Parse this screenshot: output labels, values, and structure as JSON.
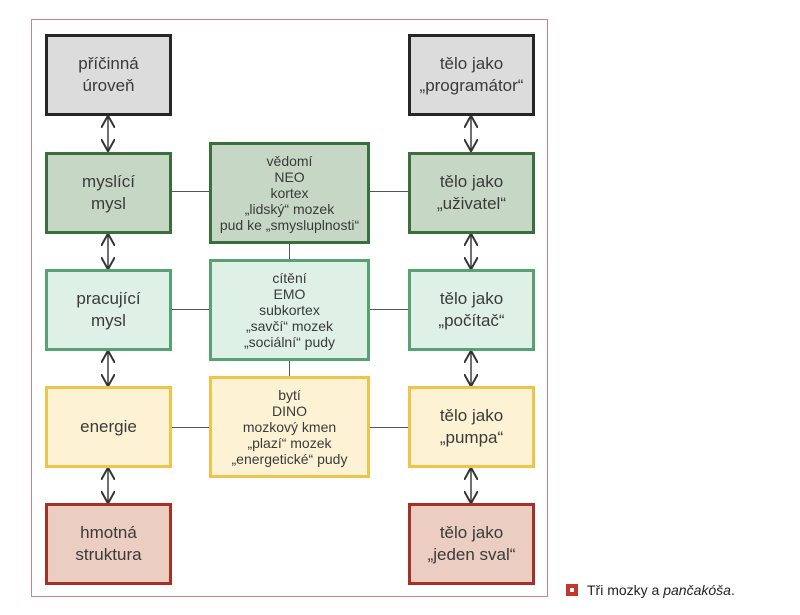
{
  "left_column": [
    {
      "lines": [
        "příčinná",
        "úroveň"
      ]
    },
    {
      "lines": [
        "myslící",
        "mysl"
      ]
    },
    {
      "lines": [
        "pracující",
        "mysl"
      ]
    },
    {
      "lines": [
        "energie"
      ]
    },
    {
      "lines": [
        "hmotná",
        "struktura"
      ]
    }
  ],
  "center_column": [
    {
      "lines": [
        "vědomí",
        "NEO",
        "kortex",
        "„lidský“ mozek",
        "pud ke „smysluplnosti“"
      ]
    },
    {
      "lines": [
        "cítění",
        "EMO",
        "subkortex",
        "„savčí“ mozek",
        "„sociální“ pudy"
      ]
    },
    {
      "lines": [
        "bytí",
        "DINO",
        "mozkový kmen",
        "„plazí“ mozek",
        "„energetické“ pudy"
      ]
    }
  ],
  "right_column": [
    {
      "lines": [
        "tělo jako",
        "„programátor“"
      ]
    },
    {
      "lines": [
        "tělo jako",
        "„uživatel“"
      ]
    },
    {
      "lines": [
        "tělo jako",
        "„počítač“"
      ]
    },
    {
      "lines": [
        "tělo jako",
        "„pumpa“"
      ]
    },
    {
      "lines": [
        "tělo jako",
        "„jeden sval“"
      ]
    }
  ],
  "caption": {
    "text": "Tři mozky a ",
    "italic": "pančakóša",
    "end": "."
  },
  "colors": {
    "level_1": "#dcdcdc",
    "level_2": "#c6d7c6",
    "level_3": "#dff0e6",
    "level_4": "#fdf2d4",
    "level_5": "#ebcdc2",
    "caption_marker": "#c0392b"
  }
}
